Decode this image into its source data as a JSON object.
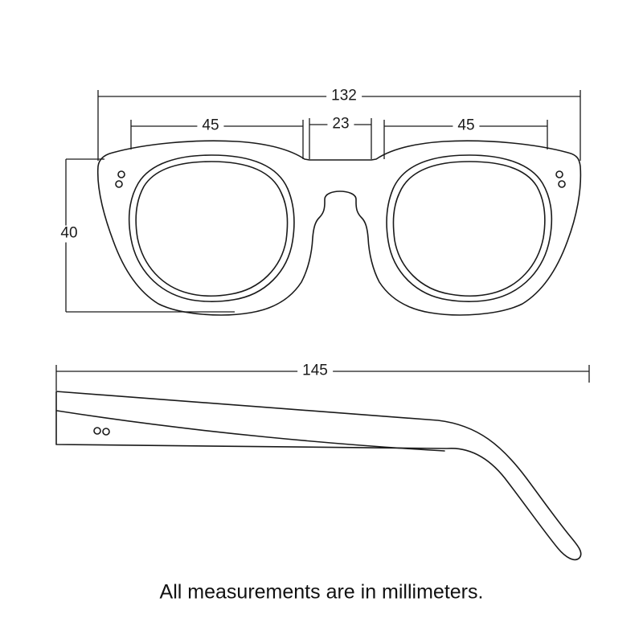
{
  "diagram": {
    "caption": "All measurements are in millimeters.",
    "dimensions": {
      "total_width": "132",
      "left_lens_width": "45",
      "bridge_width": "23",
      "right_lens_width": "45",
      "lens_height": "40",
      "temple_length": "145"
    },
    "colors": {
      "line": "#1a1a1a",
      "background": "#ffffff"
    }
  }
}
